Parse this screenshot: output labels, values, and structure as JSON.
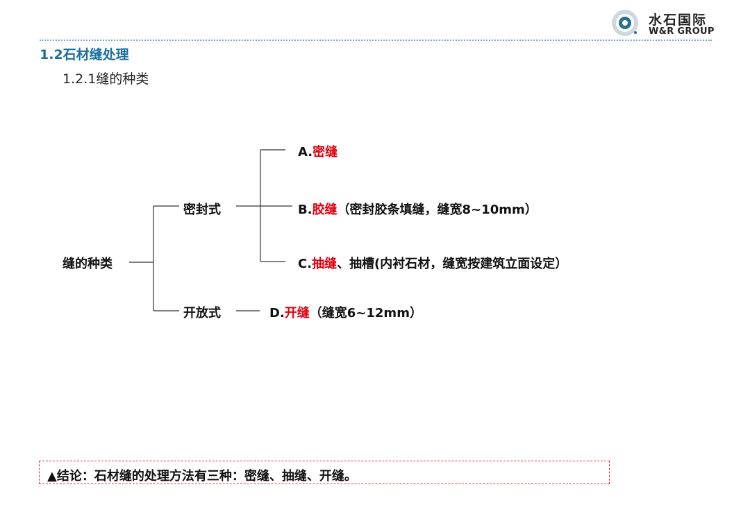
{
  "logo": {
    "name_cn": "水石国际",
    "name_en": "W&R GROUP",
    "icon": "wr-logo-icon"
  },
  "colors": {
    "accent_blue": "#1a6fa0",
    "highlight_red": "#e3000f",
    "divider": "#7aa3c8",
    "box_border": "#d9302c"
  },
  "header": {
    "section_title": "1.2石材缝处理",
    "sub_title": "1.2.1缝的种类"
  },
  "diagram": {
    "root": "缝的种类",
    "branches": [
      {
        "label": "密封式",
        "leaves": [
          {
            "prefix": "A.",
            "highlight": "密缝",
            "rest": ""
          },
          {
            "prefix": "B.",
            "highlight": "胶缝",
            "rest": "（密封胶条填缝，缝宽8~10mm）"
          },
          {
            "prefix": "C.",
            "highlight": "抽缝",
            "rest": "、抽槽(内衬石材，缝宽按建筑立面设定）"
          }
        ]
      },
      {
        "label": "开放式",
        "leaves": [
          {
            "prefix": "D.",
            "highlight": "开缝",
            "rest": "（缝宽6~12mm）"
          }
        ]
      }
    ]
  },
  "conclusion": {
    "text": "▲结论：石材缝的处理方法有三种：密缝、抽缝、开缝。"
  }
}
